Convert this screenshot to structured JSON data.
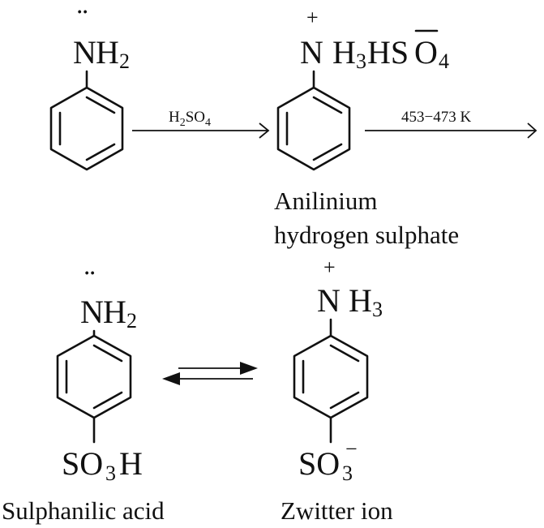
{
  "reaction": {
    "step1_reagent": {
      "main": "H",
      "sub1": "2",
      "mid": "SO",
      "sub2": "4"
    },
    "step2_condition": "453−473 K"
  },
  "aniline": {
    "dots": "¨",
    "atom": "N",
    "h": "H",
    "h_sub": "2"
  },
  "anilinium": {
    "charge": "+",
    "atom": "N",
    "h": "H",
    "h_sub": "3",
    "hs": "HS",
    "o": "O",
    "o_bar": "—",
    "o_sub": "4",
    "label_line1": "Anilinium",
    "label_line2": "hydrogen sulphate"
  },
  "sulphanilic": {
    "dots": "¨",
    "atom": "N",
    "h": "H",
    "h_sub": "2",
    "group": "SO",
    "group_sub": "3",
    "group_end": "H",
    "label": "Sulphanilic acid"
  },
  "zwitter": {
    "charge": "+",
    "atom": "N",
    "h": "H",
    "h_sub": "3",
    "group": "SO",
    "group_sub": "3",
    "group_charge": "−",
    "label": "Zwitter ion"
  }
}
